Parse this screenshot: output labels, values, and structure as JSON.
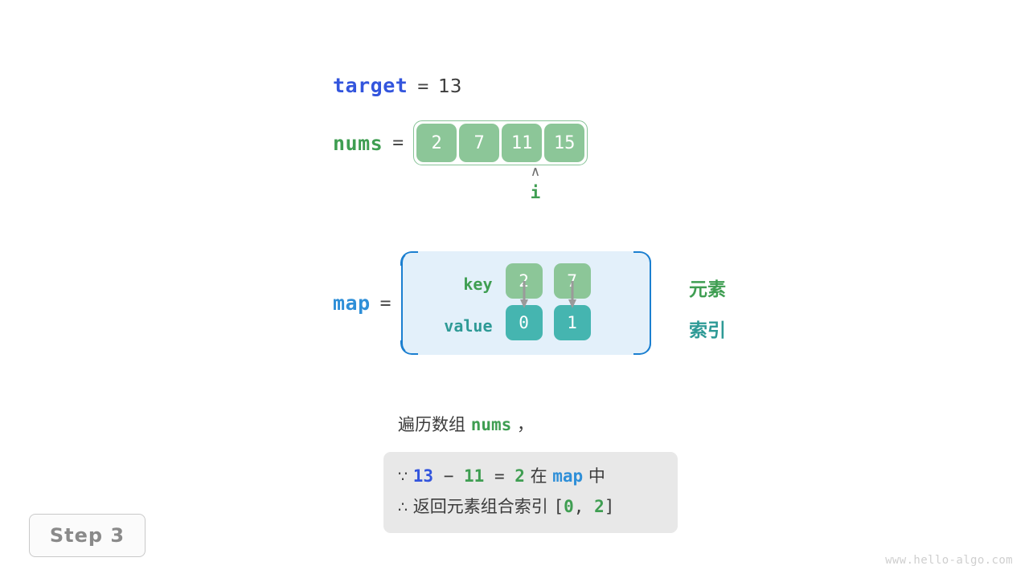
{
  "target_row": {
    "var_label": "target",
    "equals": "=",
    "value": "13"
  },
  "nums_row": {
    "var_label": "nums",
    "equals": "=",
    "cells": [
      "2",
      "7",
      "11",
      "15"
    ]
  },
  "pointer": {
    "caret": "∧",
    "label": "i",
    "points_to_index": 2
  },
  "map_row": {
    "var_label": "map",
    "equals": "=",
    "key_label": "key",
    "value_label": "value",
    "columns": [
      {
        "key": "2",
        "value": "0"
      },
      {
        "key": "7",
        "value": "1"
      }
    ],
    "annotations": {
      "element": "元素",
      "index": "索引"
    }
  },
  "caption": {
    "prefix": "遍历数组 ",
    "keyword": "nums",
    "suffix": " ，"
  },
  "conclusion": {
    "line1": {
      "symbol": "∵",
      "target": "13",
      "minus": " − ",
      "element": "11",
      "equals": " = ",
      "complement": "2",
      "mid_text": " 在 ",
      "map": "map",
      "end_text": " 中"
    },
    "line2": {
      "symbol": "∴",
      "text": " 返回元素组合索引 ",
      "bracket_open": "[",
      "index_a": "0",
      "separator": ", ",
      "index_b": "2",
      "bracket_close": "]"
    }
  },
  "step_badge": {
    "label": "Step 3"
  },
  "watermark": {
    "text": "www.hello-algo.com"
  },
  "colors": {
    "target_blue": "#3355dd",
    "map_blue": "#2f8fd8",
    "element_green": "#3f9e52",
    "cell_green": "#8cc698",
    "index_teal": "#2e9a96",
    "cell_teal": "#45b5b0",
    "map_bg": "#e3f0fa",
    "map_border": "#1b7fd0",
    "conclusion_bg": "#e8e8e8",
    "text_gray": "#3c3c3c"
  }
}
